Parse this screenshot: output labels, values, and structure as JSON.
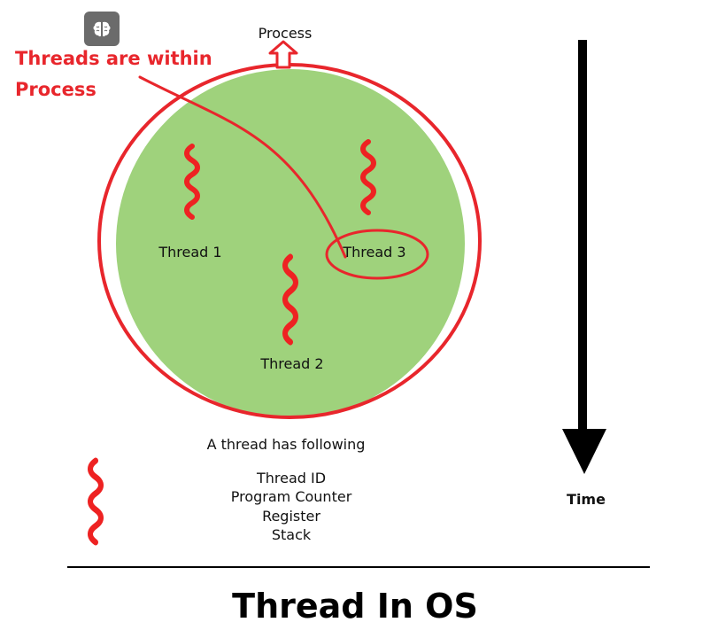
{
  "diagram": {
    "process_label": "Process",
    "annotation_line1": "Threads are within",
    "annotation_line2": "Process",
    "threads": [
      {
        "label": "Thread 1"
      },
      {
        "label": "Thread 2"
      },
      {
        "label": "Thread 3"
      }
    ],
    "info_heading": "A thread has following",
    "info_items": [
      "Thread ID",
      "Program Counter",
      "Register",
      "Stack"
    ],
    "time_label": "Time",
    "title": "Thread In OS"
  },
  "colors": {
    "process_fill": "#9fd27c",
    "annotation": "#e8262c",
    "thread_squiggle": "#ee2222",
    "arrow": "#000000",
    "icon_button": "#6b6b6b"
  },
  "icons": {
    "top_left_button": "brain-icon"
  }
}
